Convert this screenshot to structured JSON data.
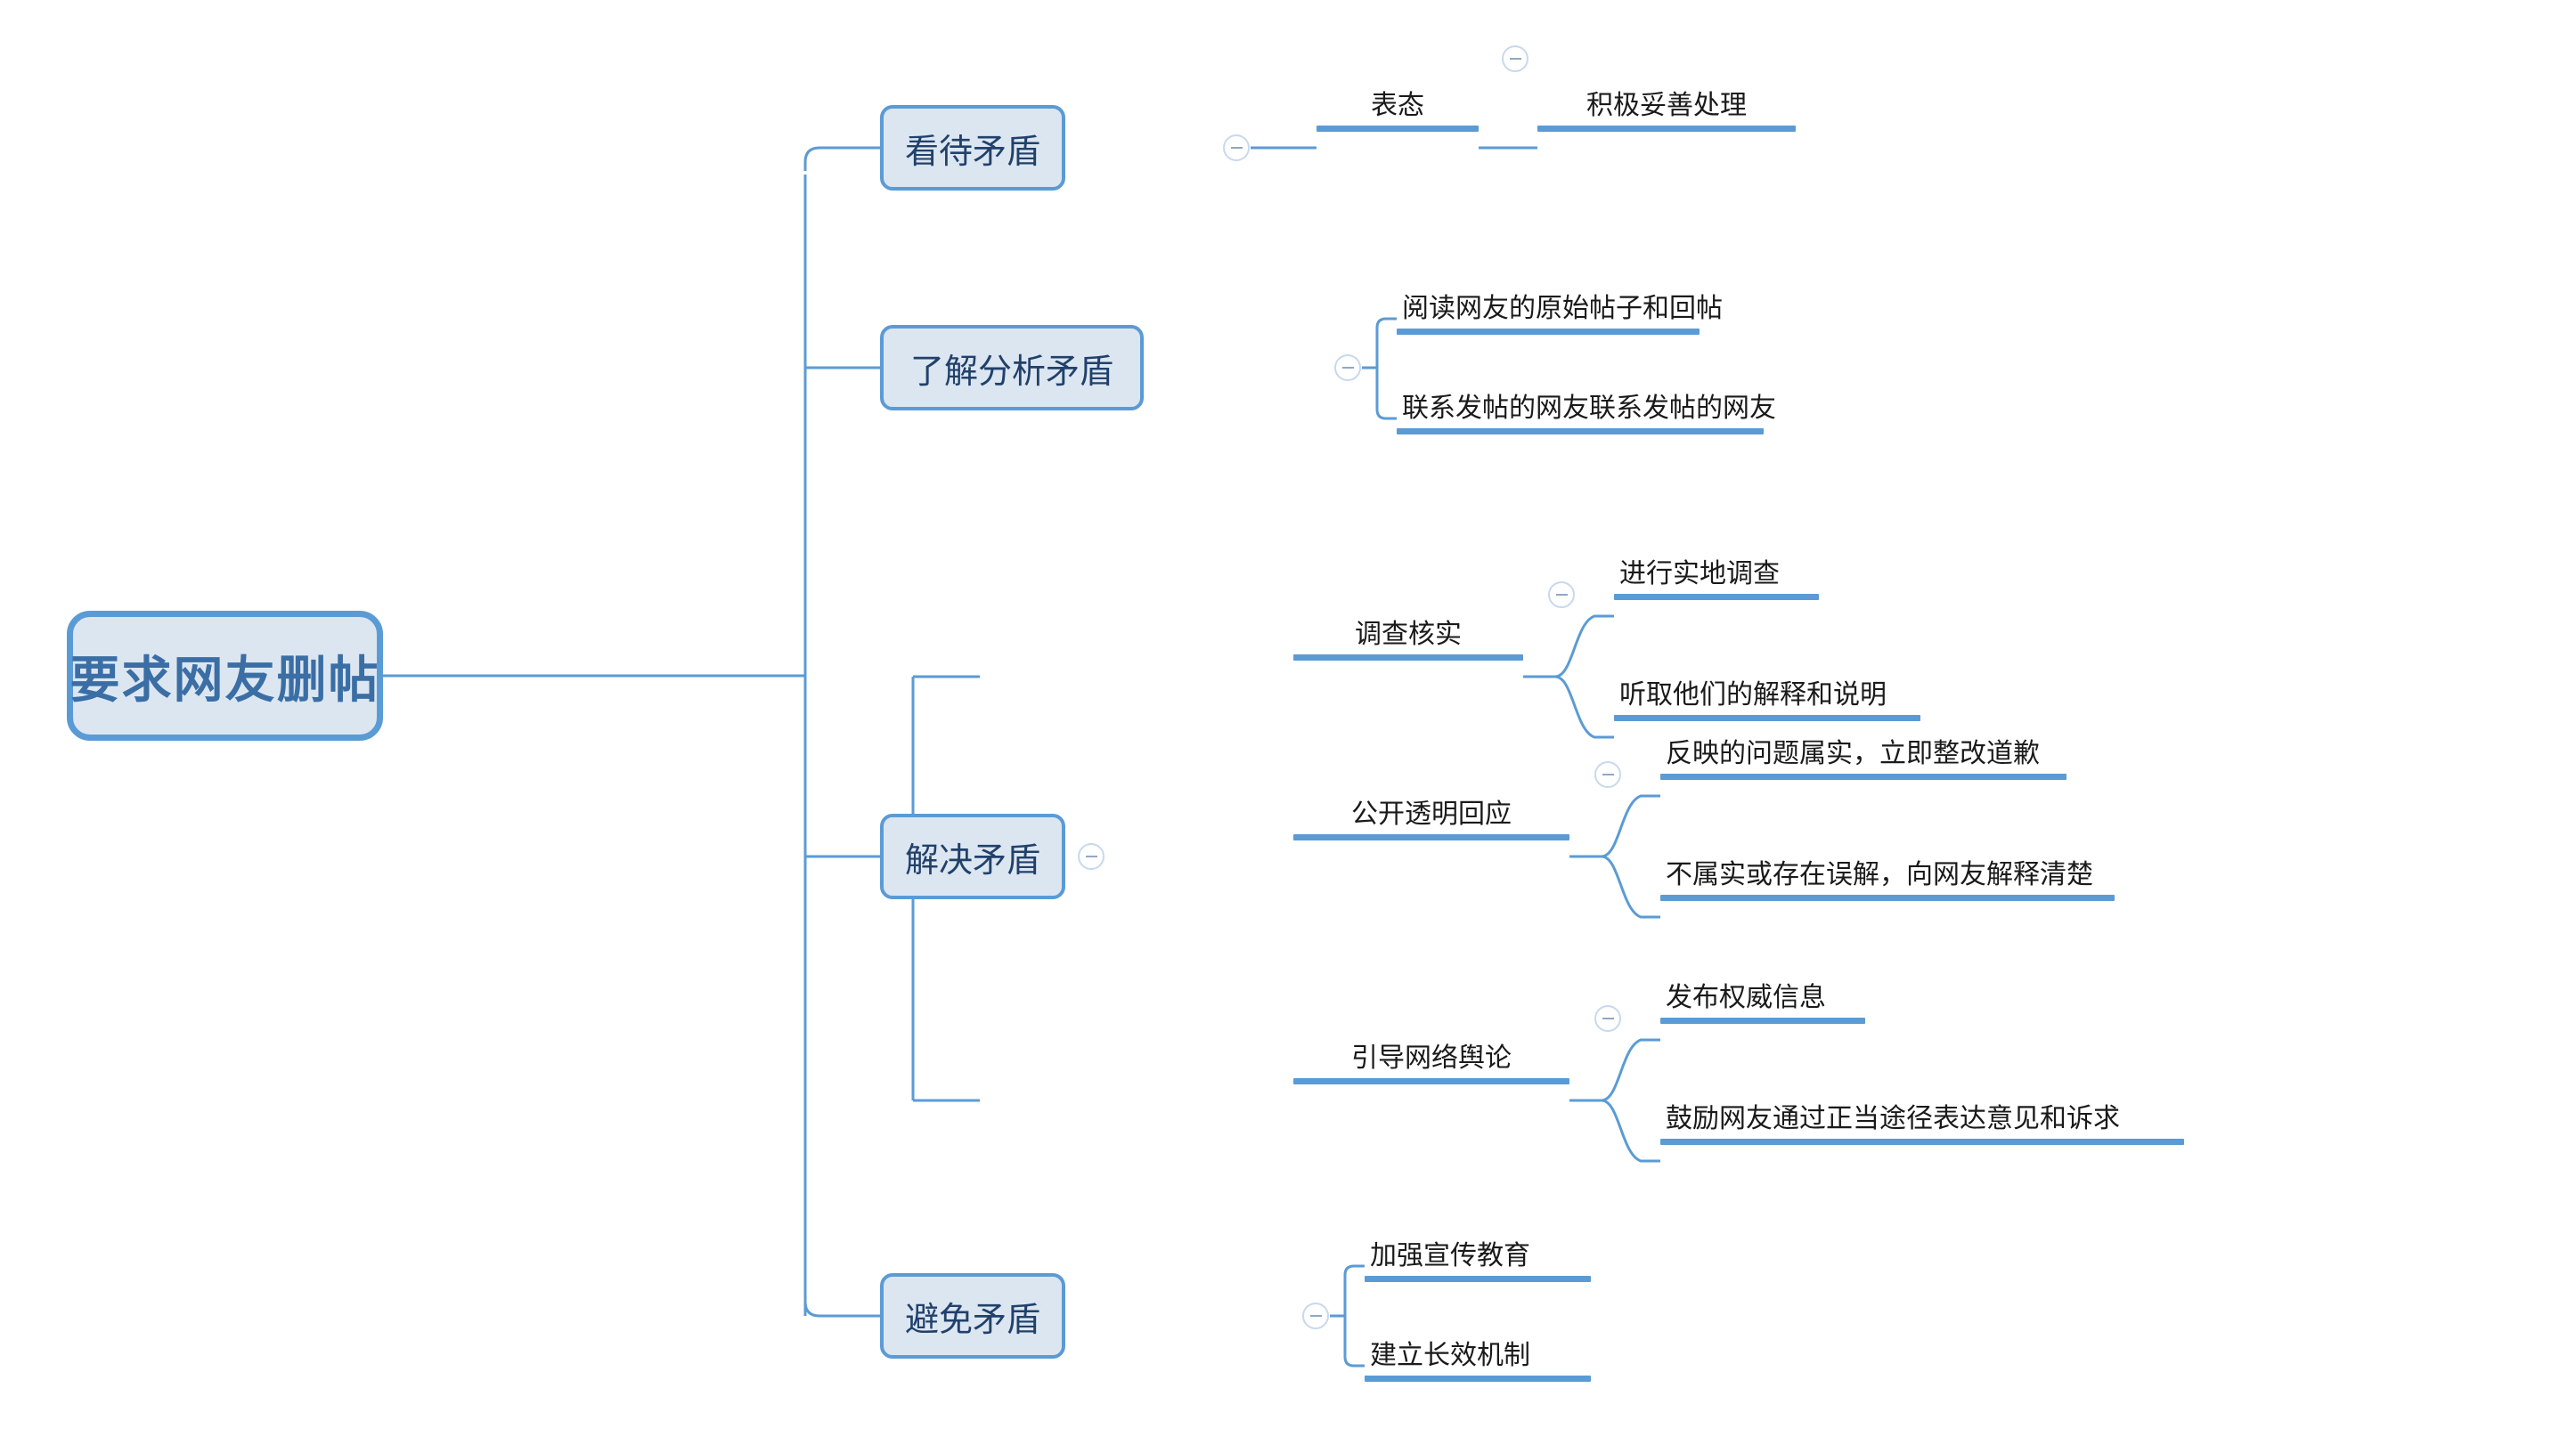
{
  "diagram": {
    "type": "mindmap",
    "title": "要求网友删帖",
    "colors": {
      "node_fill": "#dce6f1",
      "node_border": "#5b9bd5",
      "root_text": "#3a6ea5",
      "branch_text": "#21416b",
      "leaf_text": "#1a1a1a",
      "edge": "#5b9bd5",
      "toggle_border": "#c7d9ee",
      "background": "#ffffff"
    },
    "root": {
      "label": "要求网友删帖",
      "toggle_icon": "collapse-minus-icon"
    },
    "branches": [
      {
        "id": "kandai",
        "label": "看待矛盾",
        "toggle_icon": "collapse-minus-icon",
        "children": [
          {
            "id": "biaotai",
            "label": "表态",
            "toggle_icon": "collapse-minus-icon",
            "children": [
              {
                "id": "jiji",
                "label": "积极妥善处理"
              }
            ]
          }
        ]
      },
      {
        "id": "liaojie",
        "label": "了解分析矛盾",
        "toggle_icon": "collapse-minus-icon",
        "children": [
          {
            "id": "yuedu",
            "label": "阅读网友的原始帖子和回帖"
          },
          {
            "id": "lianxi",
            "label": "联系发帖的网友联系发帖的网友"
          }
        ]
      },
      {
        "id": "jiejue",
        "label": "解决矛盾",
        "toggle_icon": "collapse-minus-icon",
        "children": [
          {
            "id": "diaocha",
            "label": "调查核实",
            "toggle_icon": "collapse-minus-icon",
            "children": [
              {
                "id": "shidi",
                "label": "进行实地调查"
              },
              {
                "id": "tingqu",
                "label": "听取他们的解释和说明"
              }
            ]
          },
          {
            "id": "gongkai",
            "label": "公开透明回应",
            "toggle_icon": "collapse-minus-icon",
            "children": [
              {
                "id": "fanying",
                "label": "反映的问题属实，立即整改道歉"
              },
              {
                "id": "bushushi",
                "label": "不属实或存在误解，向网友解释清楚"
              }
            ]
          },
          {
            "id": "yindao",
            "label": "引导网络舆论",
            "toggle_icon": "collapse-minus-icon",
            "children": [
              {
                "id": "fabu",
                "label": "发布权威信息"
              },
              {
                "id": "guli",
                "label": "鼓励网友通过正当途径表达意见和诉求"
              }
            ]
          }
        ]
      },
      {
        "id": "bimian",
        "label": "避免矛盾",
        "toggle_icon": "collapse-minus-icon",
        "children": [
          {
            "id": "jiaqiang",
            "label": "加强宣传教育"
          },
          {
            "id": "jianli",
            "label": "建立长效机制"
          }
        ]
      }
    ]
  }
}
